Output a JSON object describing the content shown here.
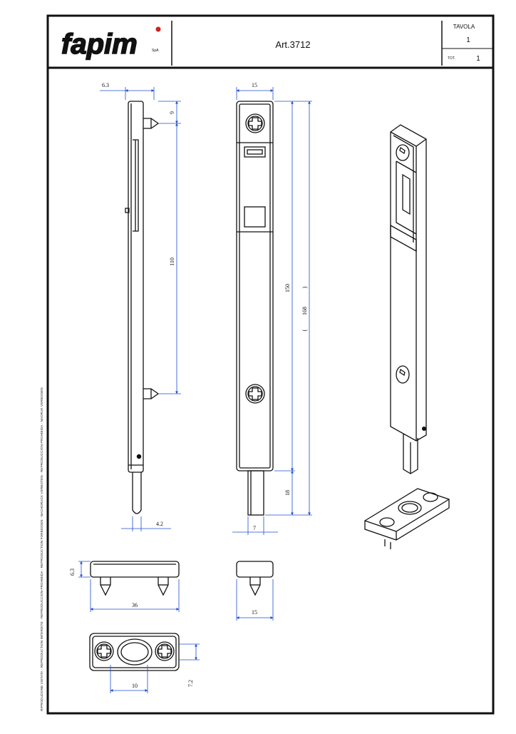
{
  "title_block": {
    "logo_text": "fapim",
    "logo_suffix": "SpA",
    "article": "Art.3712",
    "tavola_label": "TAVOLA",
    "tavola_value": "1",
    "tot_label": "TOT.",
    "tot_value": "1"
  },
  "side_note": "RIPRODUZIONE VIETATA - REPRODUCTION INTERDITE - REPRODUCCION PROHIBIDA - REPRODUCTION FORBIDDEN - NACHDRUCK VERBOTEN - REPRODUCCIÓN PROHIBIDA - NADRUK VERBODEN",
  "dimensions": {
    "side_top_width": "6.3",
    "side_top_offset": "9",
    "side_span": "110",
    "side_bottom_width": "4.2",
    "front_width": "15",
    "front_body": "150",
    "front_total": "168",
    "front_total_paren_open": "(",
    "front_total_paren_close": ")",
    "front_bolt": "18",
    "front_bolt_width": "7",
    "keeper_height": "6.3",
    "keeper_length": "36",
    "keeper_end_width": "15",
    "keeper_hole": "10",
    "keeper_width": "7.2"
  },
  "colors": {
    "line": "#111111",
    "frame": "#111111",
    "dim_line": "#1f4fd1",
    "dim_text": "#111111",
    "logo_dot": "#d21f1f"
  }
}
